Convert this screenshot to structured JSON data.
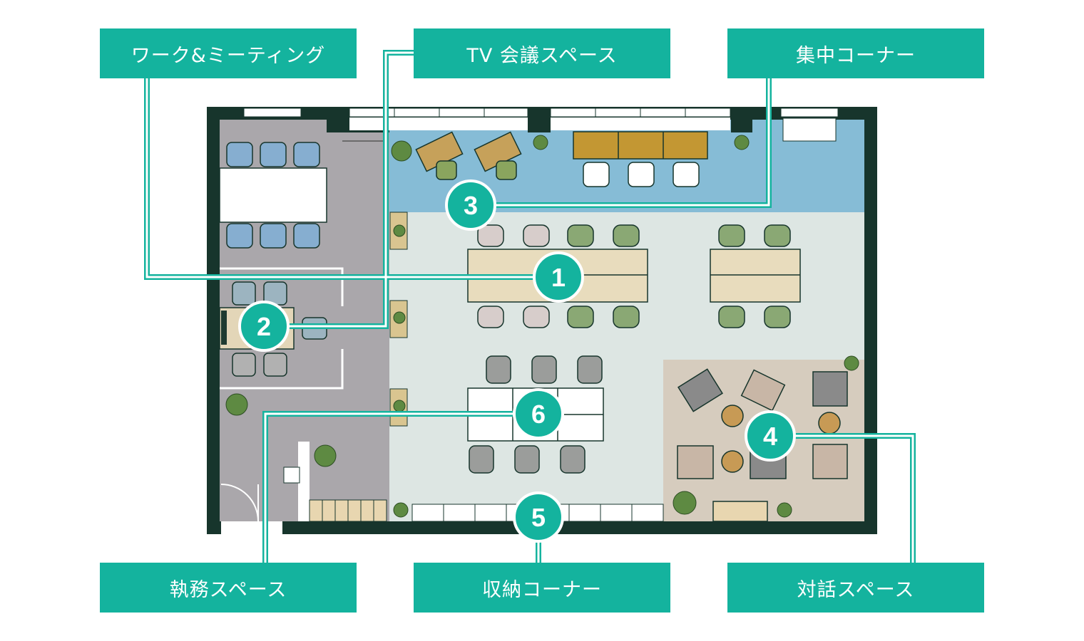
{
  "labels": {
    "work_meeting": "ワーク&ミーティング",
    "tv_meeting": "TV 会議スペース",
    "focus_corner": "集中コーナー",
    "office_work": "執務スペース",
    "storage_corner": "収納コーナー",
    "dialogue_space": "対話スペース"
  },
  "markers": [
    "1",
    "2",
    "3",
    "4",
    "5",
    "6"
  ],
  "colors": {
    "accent": "#14b39e",
    "wall": "#17352c",
    "meeting_area": "#aaa7ab",
    "focus_area": "#86bcd6",
    "main_floor": "#dde6e3",
    "lounge_area": "#d6ccbe"
  }
}
